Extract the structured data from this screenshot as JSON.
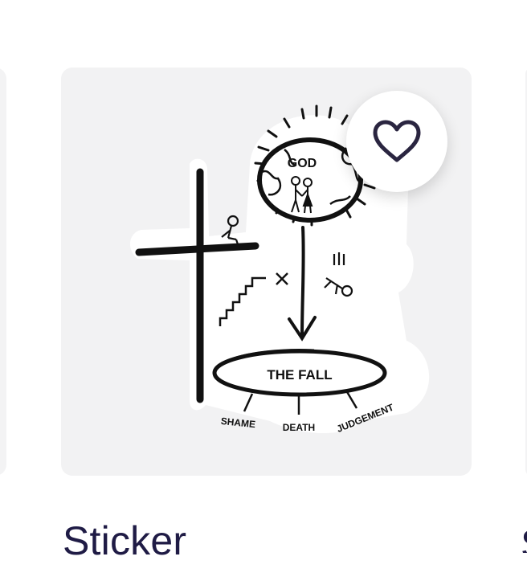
{
  "product": {
    "title": "Sticker",
    "art": {
      "top_label": "GOD",
      "center_label": "THE FALL",
      "labels": [
        "SHAME",
        "DEATH",
        "JUDGEMENT"
      ]
    }
  },
  "favorite": {
    "icon": "heart-outline-icon"
  },
  "colors": {
    "title": "#1f1b45",
    "card_bg": "#f2f2f3",
    "ink": "#111111"
  },
  "next_card": {
    "title_fragment": "S"
  }
}
